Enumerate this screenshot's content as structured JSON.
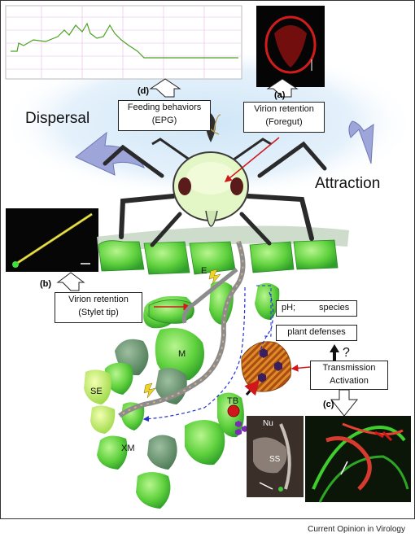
{
  "labels": {
    "dispersal": "Dispersal",
    "attraction": "Attraction",
    "feeding": "Feeding behaviors",
    "epg": "(EPG)",
    "virion_foregut_1": "Virion retention",
    "virion_foregut_2": "(Foregut)",
    "virion_stylet_1": "Virion retention",
    "virion_stylet_2": "(Stylet tip)",
    "ph_prefix": "pH;",
    "species": "species",
    "defenses": "plant defenses",
    "trans_1": "Transmission",
    "trans_2": "Activation",
    "question": "?",
    "tag_a": "(a)",
    "tag_b": "(b)",
    "tag_c": "(c)",
    "tag_d": "(d)",
    "cell_E": "E",
    "cell_M": "M",
    "cell_SE": "SE",
    "cell_XM": "XM",
    "cell_TB": "TB",
    "micro_Nu": "Nu",
    "micro_SS": "SS"
  },
  "footer": "Current Opinion in Virology",
  "colors": {
    "cell_green": "#6fdc4a",
    "dark_cell": "#5f8f66",
    "arrow_purple": "#8e96cf",
    "virus_purple": "#a11fb8",
    "red_line": "#d0181c",
    "stylet_gray": "#8a8a8a"
  }
}
